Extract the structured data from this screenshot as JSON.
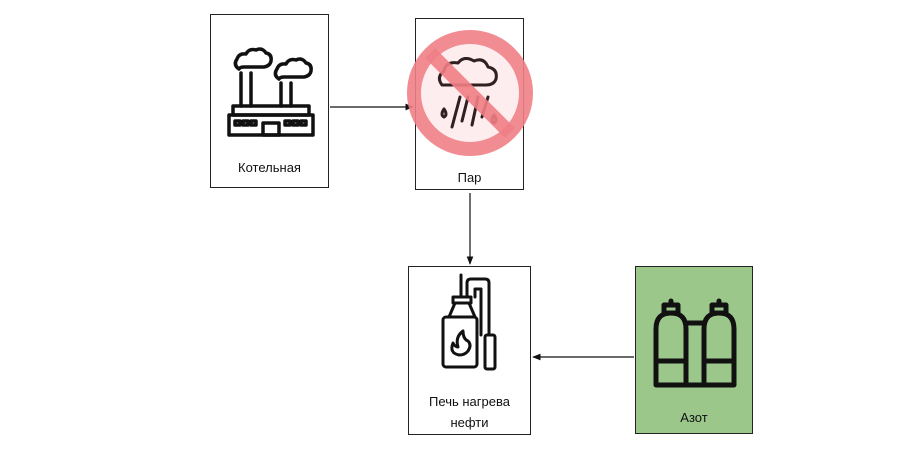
{
  "diagram": {
    "nodes": {
      "boiler": {
        "label": "Котельная",
        "icon": "factory-icon"
      },
      "steam": {
        "label": "Пар",
        "icon": "steam-cloud-icon",
        "overlay": "prohibition-icon"
      },
      "furnace": {
        "label_line1": "Печь нагрева",
        "label_line2": "нефти",
        "icon": "furnace-icon"
      },
      "nitrogen": {
        "label": "Азот",
        "icon": "gas-cylinders-icon",
        "fill": "#9cc78b"
      }
    },
    "edges": [
      {
        "from": "boiler",
        "to": "steam"
      },
      {
        "from": "steam",
        "to": "furnace"
      },
      {
        "from": "nitrogen",
        "to": "furnace"
      }
    ],
    "colors": {
      "prohibition": "#f07f86",
      "node_border": "#222222"
    }
  }
}
